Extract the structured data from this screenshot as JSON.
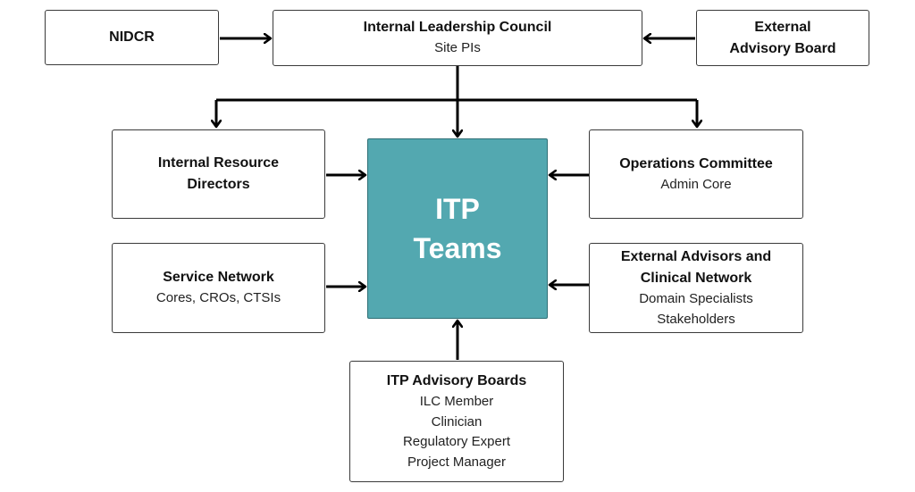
{
  "colors": {
    "center_fill": "#53a8b0",
    "line": "#000000",
    "border": "#3a3a3a"
  },
  "nodes": {
    "nidcr": {
      "title": "NIDCR"
    },
    "ilc": {
      "title": "Internal Leadership Council",
      "lines": [
        "Site PIs"
      ]
    },
    "eab": {
      "title_lines": [
        "External",
        "Advisory Board"
      ]
    },
    "ird": {
      "title_lines": [
        "Internal Resource",
        "Directors"
      ]
    },
    "ops": {
      "title": "Operations Committee",
      "lines": [
        "Admin Core"
      ]
    },
    "itp": {
      "title_lines": [
        "ITP",
        "Teams"
      ]
    },
    "svc": {
      "title": "Service Network",
      "lines": [
        "Cores, CROs, CTSIs"
      ]
    },
    "ext": {
      "title_lines": [
        "External Advisors and",
        "Clinical Network"
      ],
      "lines": [
        "Domain Specialists",
        "Stakeholders"
      ]
    },
    "adv": {
      "title": "ITP Advisory Boards",
      "lines": [
        "ILC Member",
        "Clinician",
        "Regulatory Expert",
        "Project Manager"
      ]
    }
  },
  "edges": [
    {
      "from": "nidcr",
      "to": "ilc"
    },
    {
      "from": "eab",
      "to": "ilc"
    },
    {
      "from": "ilc",
      "to": "ird"
    },
    {
      "from": "ilc",
      "to": "itp"
    },
    {
      "from": "ilc",
      "to": "ops"
    },
    {
      "from": "ird",
      "to": "itp"
    },
    {
      "from": "ops",
      "to": "itp"
    },
    {
      "from": "svc",
      "to": "itp"
    },
    {
      "from": "ext",
      "to": "itp"
    },
    {
      "from": "adv",
      "to": "itp"
    }
  ]
}
